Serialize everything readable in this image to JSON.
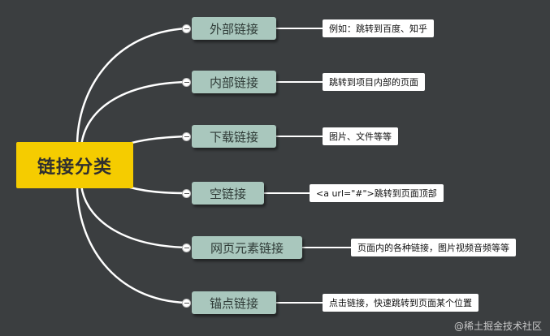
{
  "root": {
    "label": "链接分类"
  },
  "branches": [
    {
      "label": "外部链接",
      "description": "例如：跳转到百度、知乎"
    },
    {
      "label": "内部链接",
      "description": "跳转到项目内部的页面"
    },
    {
      "label": "下载链接",
      "description": "图片、文件等等"
    },
    {
      "label": "空链接",
      "description": "<a url=\"#\">跳转到页面顶部"
    },
    {
      "label": "网页元素链接",
      "description": "页面内的各种链接，图片视频音频等等"
    },
    {
      "label": "锚点链接",
      "description": "点击链接，快速跳转到页面某个位置"
    }
  ],
  "watermark": "@稀土掘金技术社区",
  "colors": {
    "background": "#3b3e40",
    "root": "#f5cc00",
    "branch": "#a9c7bd",
    "leaf": "#ffffff",
    "line": "#ffffff"
  }
}
